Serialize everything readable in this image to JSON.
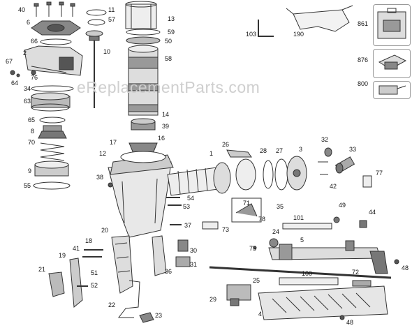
{
  "watermark": "eReplacementParts.com",
  "labels": {
    "p40": "40",
    "p6": "6",
    "p66": "66",
    "p2": "2",
    "p67": "67",
    "p64": "64",
    "p76": "76",
    "p34": "34",
    "p63": "63",
    "p65": "65",
    "p8": "8",
    "p70": "70",
    "p9": "9",
    "p55": "55",
    "p11": "11",
    "p57": "57",
    "p10": "10",
    "p13": "13",
    "p59": "59",
    "p50": "50",
    "p58": "58",
    "p14": "14",
    "p39": "39",
    "p16": "16",
    "p17": "17",
    "p12": "12",
    "p38": "38",
    "p103": "103",
    "p190": "190",
    "p861": "861",
    "p876": "876",
    "p800": "800",
    "p1": "1",
    "p26": "26",
    "p28": "28",
    "p27": "27",
    "p3": "3",
    "p32": "32",
    "p33": "33",
    "p42": "42",
    "p77": "77",
    "p54": "54",
    "p53": "53",
    "p71": "71",
    "p35": "35",
    "p78": "78",
    "p37": "37",
    "p73": "73",
    "p101": "101",
    "p49": "49",
    "p44": "44",
    "p24": "24",
    "p75": "75",
    "p5": "5",
    "p20": "20",
    "p18": "18",
    "p19": "19",
    "p41": "41",
    "p51": "51",
    "p21": "21",
    "p52": "52",
    "p30": "30",
    "p31": "31",
    "p36": "36",
    "p22": "22",
    "p23": "23",
    "p25": "25",
    "p100": "100",
    "p72": "72",
    "p29": "29",
    "p4": "4",
    "p48a": "48",
    "p48b": "48"
  }
}
